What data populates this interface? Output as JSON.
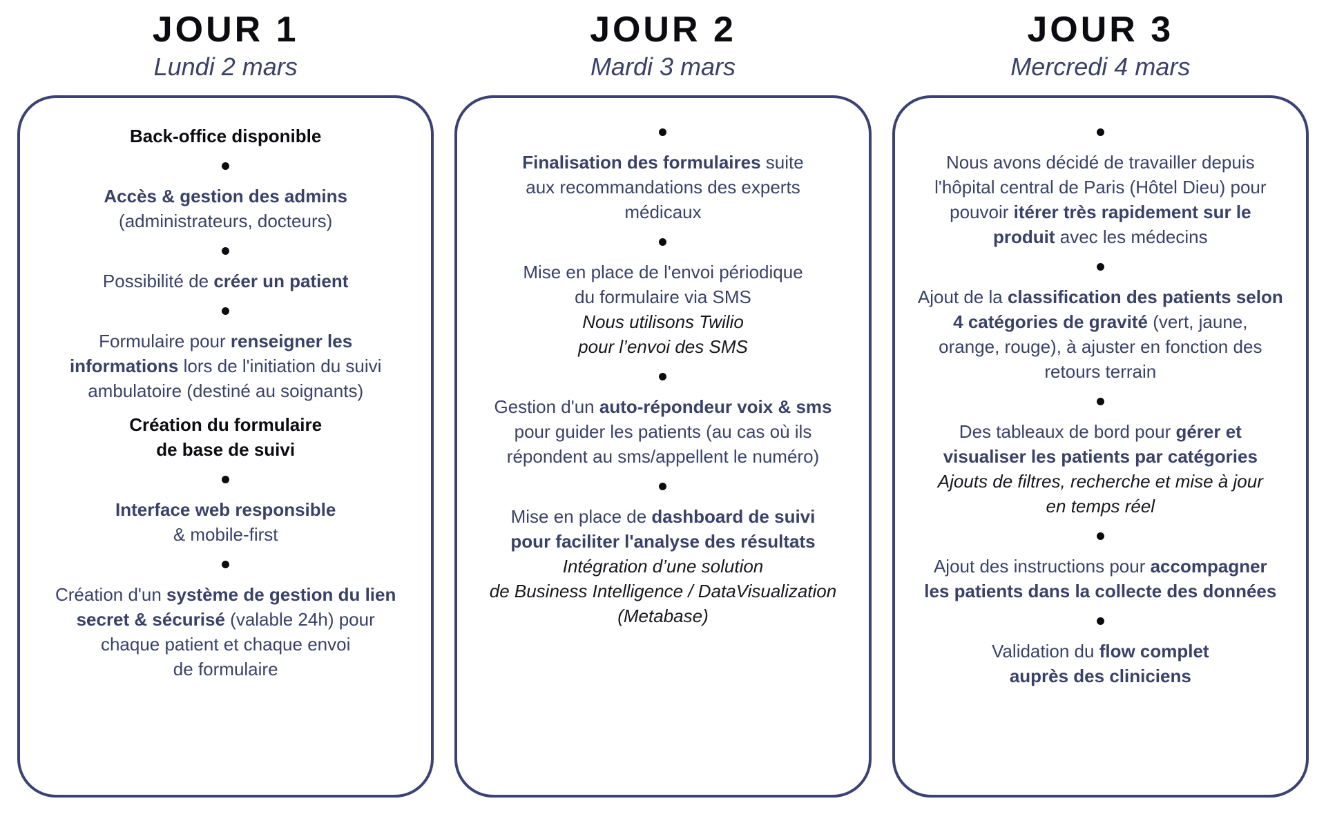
{
  "colors": {
    "ink": "#0c0c10",
    "navy": "#3a4168",
    "border": "#3b4273",
    "bg": "#ffffff"
  },
  "columns": [
    {
      "title": "JOUR 1",
      "subtitle": "Lundi 2 mars",
      "items": [
        {
          "type": "text",
          "lines": [
            [
              {
                "t": "Back-office disponible",
                "b": true,
                "black": true
              }
            ]
          ]
        },
        {
          "type": "bullet"
        },
        {
          "type": "text",
          "lines": [
            [
              {
                "t": "Accès & gestion des admins",
                "b": true
              }
            ],
            [
              {
                "t": "(administrateurs, docteurs)"
              }
            ]
          ]
        },
        {
          "type": "bullet"
        },
        {
          "type": "text",
          "lines": [
            [
              {
                "t": "Possibilité de "
              },
              {
                "t": "créer un patient",
                "b": true
              }
            ]
          ]
        },
        {
          "type": "bullet"
        },
        {
          "type": "text",
          "lines": [
            [
              {
                "t": "Formulaire pour "
              },
              {
                "t": "renseigner les",
                "b": true
              }
            ],
            [
              {
                "t": "informations",
                "b": true
              },
              {
                "t": " lors de l'initiation du suivi"
              }
            ],
            [
              {
                "t": "ambulatoire (destiné au soignants)"
              }
            ]
          ]
        },
        {
          "type": "text",
          "lines": [
            [
              {
                "t": "Création du formulaire",
                "b": true,
                "black": true
              }
            ],
            [
              {
                "t": "de base de suivi",
                "b": true,
                "black": true
              }
            ]
          ]
        },
        {
          "type": "bullet"
        },
        {
          "type": "text",
          "lines": [
            [
              {
                "t": "Interface web responsible",
                "b": true
              }
            ],
            [
              {
                "t": "& mobile-first"
              }
            ]
          ]
        },
        {
          "type": "bullet"
        },
        {
          "type": "text",
          "lines": [
            [
              {
                "t": "Création d'un "
              },
              {
                "t": "système de gestion du lien",
                "b": true
              }
            ],
            [
              {
                "t": "secret & sécurisé",
                "b": true
              },
              {
                "t": " (valable 24h) pour"
              }
            ],
            [
              {
                "t": "chaque patient et chaque envoi"
              }
            ],
            [
              {
                "t": "de formulaire"
              }
            ]
          ]
        }
      ]
    },
    {
      "title": "JOUR 2",
      "subtitle": "Mardi 3 mars",
      "items": [
        {
          "type": "bullet"
        },
        {
          "type": "text",
          "lines": [
            [
              {
                "t": "Finalisation des formulaires",
                "b": true
              },
              {
                "t": " suite"
              }
            ],
            [
              {
                "t": "aux recommandations des experts"
              }
            ],
            [
              {
                "t": "médicaux"
              }
            ]
          ]
        },
        {
          "type": "bullet"
        },
        {
          "type": "text",
          "lines": [
            [
              {
                "t": "Mise en place de l'envoi périodique"
              }
            ],
            [
              {
                "t": "du formulaire via SMS"
              }
            ],
            [
              {
                "t": "Nous utilisons Twilio",
                "i": true
              }
            ],
            [
              {
                "t": "pour l’envoi des SMS",
                "i": true
              }
            ]
          ]
        },
        {
          "type": "bullet"
        },
        {
          "type": "text",
          "lines": [
            [
              {
                "t": "Gestion d'un "
              },
              {
                "t": "auto-répondeur voix & sms",
                "b": true
              }
            ],
            [
              {
                "t": "pour guider les patients (au cas où ils"
              }
            ],
            [
              {
                "t": "répondent au sms/appellent le numéro)"
              }
            ]
          ]
        },
        {
          "type": "bullet"
        },
        {
          "type": "text",
          "lines": [
            [
              {
                "t": "Mise en place de "
              },
              {
                "t": "dashboard de suivi",
                "b": true
              }
            ],
            [
              {
                "t": "pour faciliter l'analyse des résultats",
                "b": true
              }
            ],
            [
              {
                "t": "Intégration d’une solution",
                "i": true
              }
            ],
            [
              {
                "t": "de Business Intelligence / DataVisualization",
                "i": true
              }
            ],
            [
              {
                "t": "(Metabase)",
                "i": true
              }
            ]
          ]
        }
      ]
    },
    {
      "title": "JOUR 3",
      "subtitle": "Mercredi 4 mars",
      "items": [
        {
          "type": "bullet"
        },
        {
          "type": "text",
          "lines": [
            [
              {
                "t": "Nous avons décidé de travailler depuis"
              }
            ],
            [
              {
                "t": "l'hôpital central de Paris (Hôtel Dieu) pour"
              }
            ],
            [
              {
                "t": "pouvoir "
              },
              {
                "t": "itérer très rapidement sur le",
                "b": true
              }
            ],
            [
              {
                "t": "produit",
                "b": true
              },
              {
                "t": " avec les médecins"
              }
            ]
          ]
        },
        {
          "type": "bullet"
        },
        {
          "type": "text",
          "lines": [
            [
              {
                "t": "Ajout de la "
              },
              {
                "t": "classification des patients selon",
                "b": true
              }
            ],
            [
              {
                "t": "4 catégories de gravité",
                "b": true
              },
              {
                "t": " (vert, jaune,"
              }
            ],
            [
              {
                "t": "orange, rouge), à ajuster en fonction des"
              }
            ],
            [
              {
                "t": "retours terrain"
              }
            ]
          ]
        },
        {
          "type": "bullet"
        },
        {
          "type": "text",
          "lines": [
            [
              {
                "t": "Des tableaux de bord pour "
              },
              {
                "t": "gérer et",
                "b": true
              }
            ],
            [
              {
                "t": "visualiser les patients par catégories",
                "b": true
              }
            ],
            [
              {
                "t": "Ajouts de filtres, recherche et mise à jour",
                "i": true
              }
            ],
            [
              {
                "t": "en temps réel",
                "i": true
              }
            ]
          ]
        },
        {
          "type": "bullet"
        },
        {
          "type": "text",
          "lines": [
            [
              {
                "t": "Ajout des instructions pour "
              },
              {
                "t": "accompagner",
                "b": true
              }
            ],
            [
              {
                "t": "les patients dans la collecte des données",
                "b": true
              }
            ]
          ]
        },
        {
          "type": "bullet"
        },
        {
          "type": "text",
          "lines": [
            [
              {
                "t": "Validation du "
              },
              {
                "t": "flow complet",
                "b": true
              }
            ],
            [
              {
                "t": "auprès des cliniciens",
                "b": true
              }
            ]
          ]
        }
      ]
    }
  ]
}
